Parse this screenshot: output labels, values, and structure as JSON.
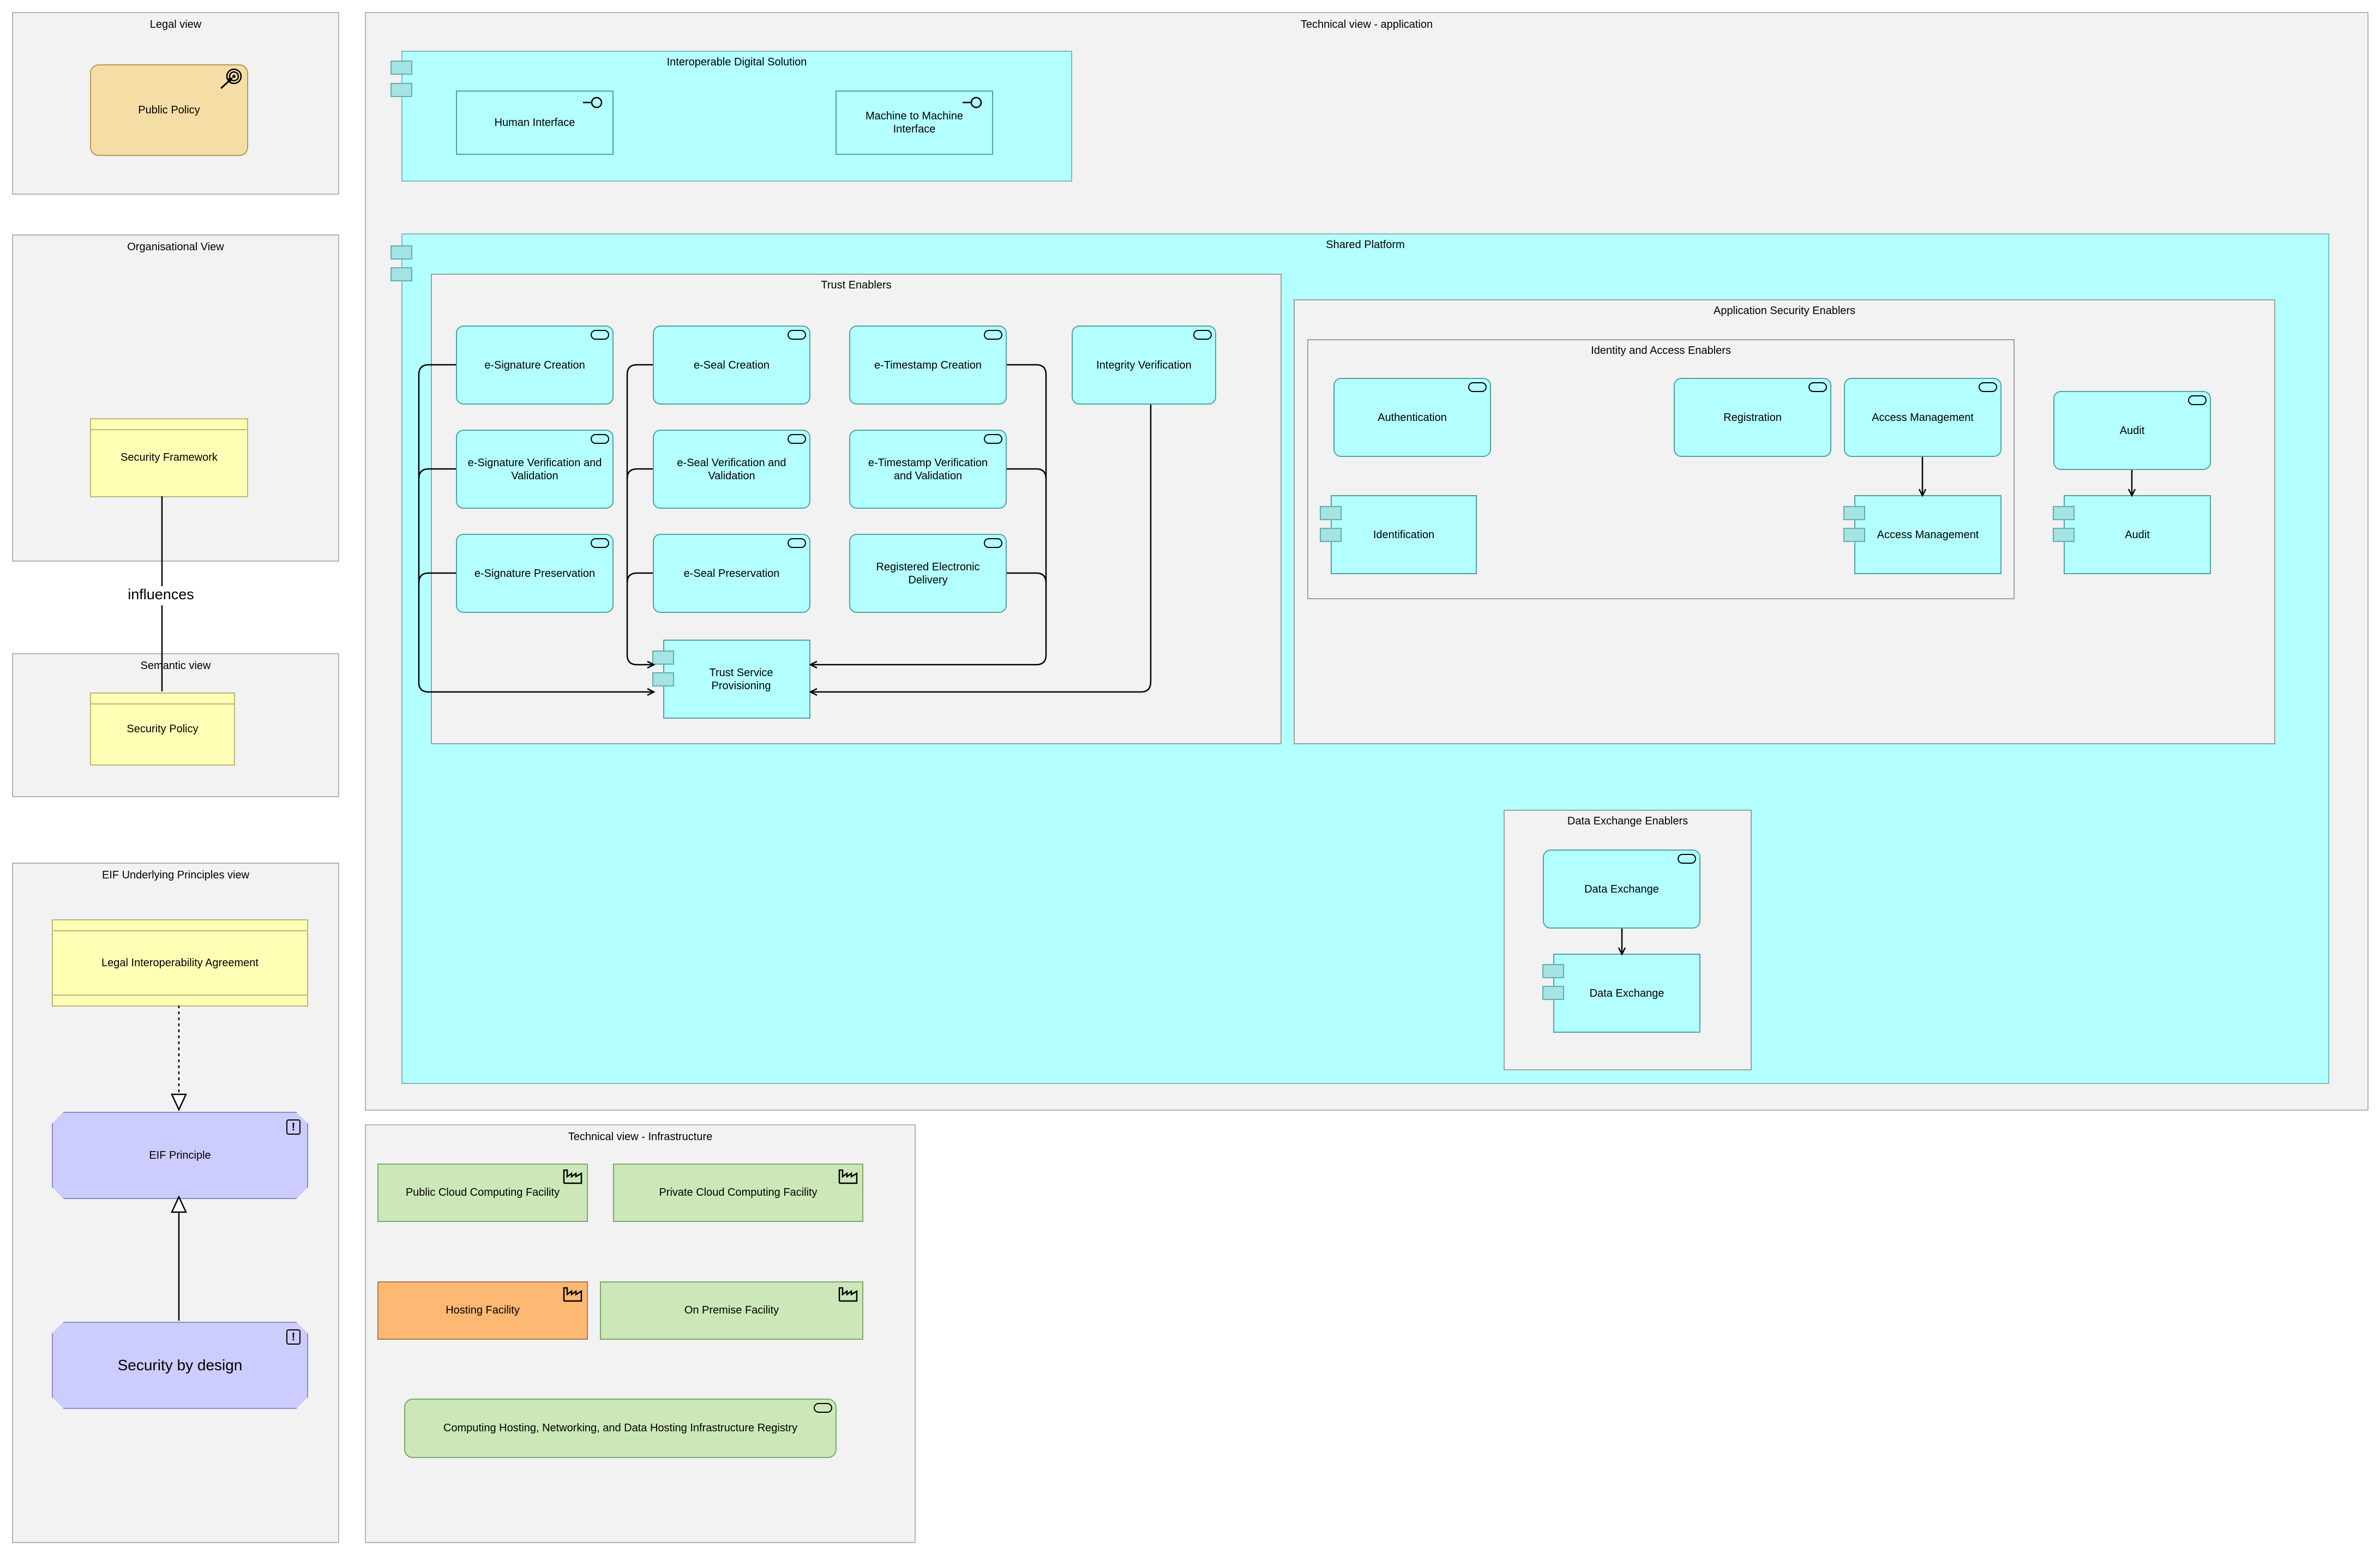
{
  "views": {
    "legal": "Legal view",
    "organisational": "Organisational View",
    "semantic": "Semantic view",
    "eif": "EIF Underlying Principles view",
    "tech_app": "Technical view - application",
    "tech_infra": "Technical view - Infrastructure"
  },
  "legal": {
    "public_policy": "Public Policy"
  },
  "organisational": {
    "security_framework": "Security Framework"
  },
  "semantic": {
    "security_policy": "Security Policy"
  },
  "relation_label": "influences",
  "eif": {
    "agreement": "Legal Interoperability Agreement",
    "eif_principle": "EIF Principle",
    "security_by_design": "Security by design",
    "principle_icon": "!"
  },
  "app": {
    "ids_title": "Interoperable Digital Solution",
    "human_interface": "Human Interface",
    "m2m_interface": "Machine to Machine Interface",
    "shared_platform": "Shared Platform",
    "trust_enablers": "Trust Enablers",
    "trust": {
      "esig_creation": "e-Signature Creation",
      "esig_verification": "e-Signature Verification and Validation",
      "esig_preservation": "e-Signature Preservation",
      "eseal_creation": "e-Seal Creation",
      "eseal_verification": "e-Seal Verification and Validation",
      "eseal_preservation": "e-Seal Preservation",
      "etimestamp_creation": "e-Timestamp Creation",
      "etimestamp_verification": "e-Timestamp Verification and Validation",
      "registered_delivery": "Registered Electronic Delivery",
      "integrity_verification": "Integrity Verification",
      "trust_service_provisioning": "Trust Service Provisioning"
    },
    "app_security_enablers": "Application Security Enablers",
    "identity_access_enablers": "Identity and Access Enablers",
    "security": {
      "authentication": "Authentication",
      "registration": "Registration",
      "access_management_service": "Access Management",
      "identification": "Identification",
      "access_management_component": "Access Management",
      "audit_service": "Audit",
      "audit_component": "Audit"
    },
    "data_exchange_enablers": "Data Exchange Enablers",
    "data_exchange_service": "Data Exchange",
    "data_exchange_component": "Data Exchange"
  },
  "infra": {
    "public_cloud": "Public Cloud Computing Facility",
    "private_cloud": "Private Cloud Computing Facility",
    "hosting": "Hosting Facility",
    "on_premise": "On Premise Facility",
    "registry": "Computing Hosting, Networking, and Data Hosting Infrastructure Registry"
  },
  "colors": {
    "view_bg": "#f1f2f1",
    "application": "#b4ffff",
    "business_object": "#ffffb5",
    "principle": "#ccccff",
    "facility": "#cce8b8",
    "hosting": "#fdb874",
    "policy": "#f5dea6"
  }
}
